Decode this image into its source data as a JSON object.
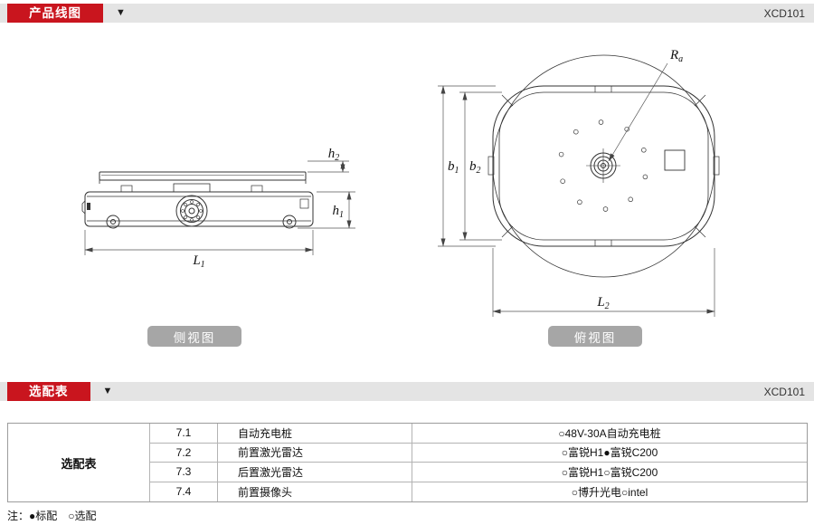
{
  "section1": {
    "title": "产品线图",
    "model": "XCD101"
  },
  "section2": {
    "title": "选配表",
    "model": "XCD101"
  },
  "icons": {
    "section_marker": "▼"
  },
  "views": {
    "side_label": "侧视图",
    "top_label": "俯视图"
  },
  "dims": {
    "h1": {
      "base": "h",
      "sub": "1"
    },
    "h2": {
      "base": "h",
      "sub": "2"
    },
    "L1": {
      "base": "L",
      "sub": "1"
    },
    "b1": {
      "base": "b",
      "sub": "1"
    },
    "b2": {
      "base": "b",
      "sub": "2"
    },
    "L2": {
      "base": "L",
      "sub": "2"
    },
    "Ra": {
      "base": "R",
      "sub": "a"
    }
  },
  "options_table": {
    "row_header": "选配表",
    "rows": [
      {
        "no": "7.1",
        "item": "自动充电桩",
        "choices": "○48V-30A自动充电桩"
      },
      {
        "no": "7.2",
        "item": "前置激光雷达",
        "choices": "○富锐H1●富锐C200"
      },
      {
        "no": "7.3",
        "item": "后置激光雷达",
        "choices": "○富锐H1○富锐C200"
      },
      {
        "no": "7.4",
        "item": "前置摄像头",
        "choices": "○博升光电○intel"
      }
    ]
  },
  "note": {
    "text": "注：●标配　○选配"
  },
  "colors": {
    "accent_red": "#c9151e",
    "bar_gray": "#e4e4e4",
    "button_gray": "#a6a6a6"
  }
}
